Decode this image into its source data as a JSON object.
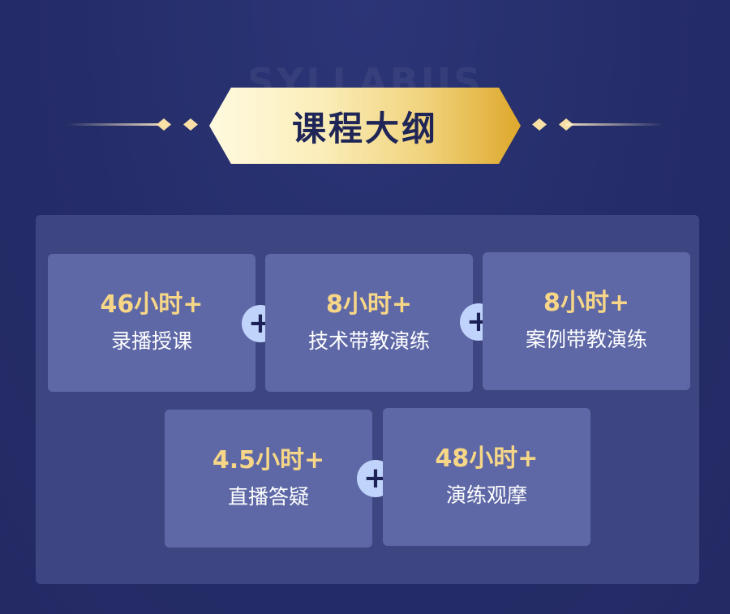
{
  "header": {
    "watermark": "SYLLABUS",
    "title": "课程大纲"
  },
  "cards": [
    {
      "hours": "46小时+",
      "label": "录播授课"
    },
    {
      "hours": "8小时+",
      "label": "技术带教演练"
    },
    {
      "hours": "8小时+",
      "label": "案例带教演练"
    },
    {
      "hours": "4.5小时+",
      "label": "直播答疑"
    },
    {
      "hours": "48小时+",
      "label": "演练观摩"
    }
  ],
  "plus_symbol": "+",
  "colors": {
    "background": "#252d69",
    "panel": "#3e4682",
    "card": "#5e68a6",
    "hours_text": "#f7d787",
    "banner_gold": "#dea82c",
    "plus_circle": "#c0d4fb"
  }
}
